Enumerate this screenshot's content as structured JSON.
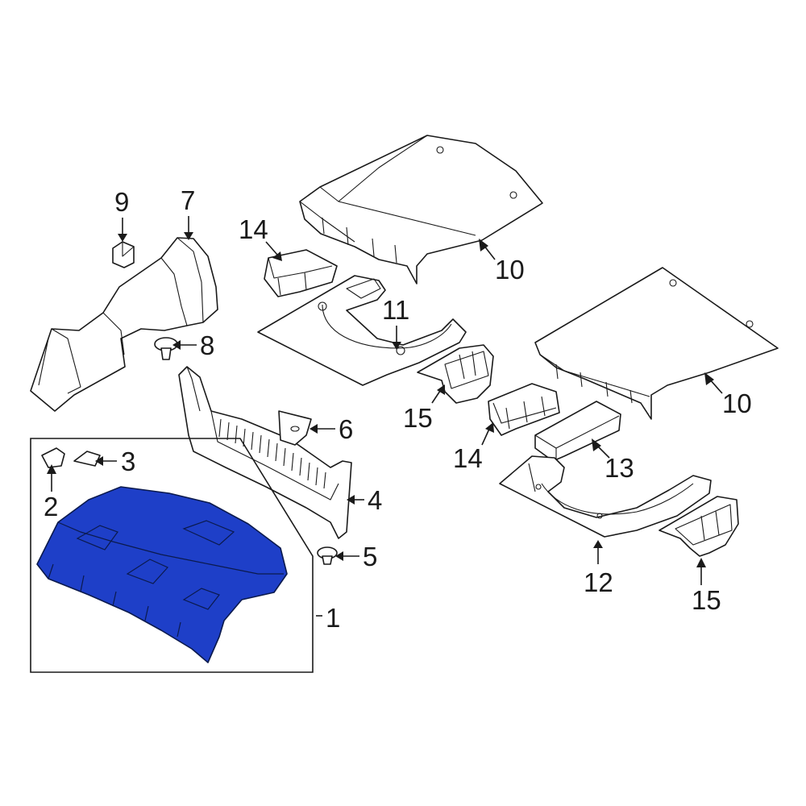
{
  "diagram": {
    "highlight_color": "#1e3fc8",
    "callouts": [
      {
        "id": "c1",
        "label": "1"
      },
      {
        "id": "c2",
        "label": "2"
      },
      {
        "id": "c3",
        "label": "3"
      },
      {
        "id": "c4",
        "label": "4"
      },
      {
        "id": "c5",
        "label": "5"
      },
      {
        "id": "c6",
        "label": "6"
      },
      {
        "id": "c7",
        "label": "7"
      },
      {
        "id": "c8",
        "label": "8"
      },
      {
        "id": "c9",
        "label": "9"
      },
      {
        "id": "c10a",
        "label": "10"
      },
      {
        "id": "c10b",
        "label": "10"
      },
      {
        "id": "c11",
        "label": "11"
      },
      {
        "id": "c12",
        "label": "12"
      },
      {
        "id": "c13",
        "label": "13"
      },
      {
        "id": "c14a",
        "label": "14"
      },
      {
        "id": "c14b",
        "label": "14"
      },
      {
        "id": "c15a",
        "label": "15"
      },
      {
        "id": "c15b",
        "label": "15"
      }
    ]
  }
}
